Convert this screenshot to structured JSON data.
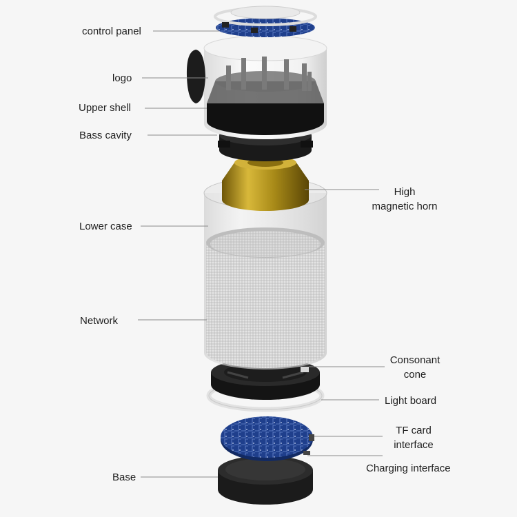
{
  "labels": {
    "control_panel": "control panel",
    "logo": "logo",
    "upper_shell": "Upper shell",
    "bass_cavity": "Bass cavity",
    "high_magnetic_horn_1": "High",
    "high_magnetic_horn_2": "magnetic horn",
    "lower_case": "Lower case",
    "network": "Network",
    "consonant_cone_1": "Consonant",
    "consonant_cone_2": "cone",
    "light_board": "Light board",
    "tf_card_1": "TF card",
    "tf_card_2": "interface",
    "charging_interface": "Charging interface",
    "base": "Base"
  },
  "colors": {
    "background": "#f6f6f6",
    "leader_line": "#8a8a8a",
    "pcb_blue": "#1f3f8c",
    "brass": "#b8961e",
    "fabric": "#d9d9d9",
    "black_part": "#1a1a1a"
  }
}
